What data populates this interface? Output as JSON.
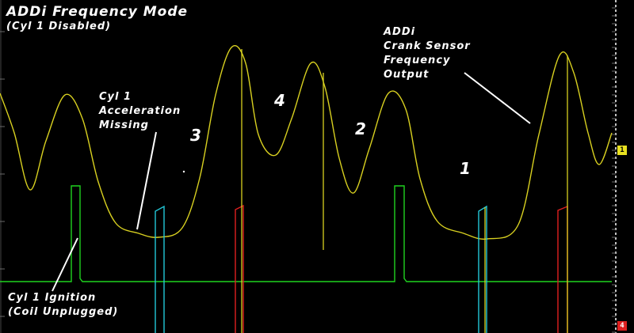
{
  "title": "ADDi Frequency Mode",
  "subtitle": "(Cyl 1 Disabled)",
  "annotations": {
    "addi_output": "ADDi\nCrank Sensor\nFrequency\nOutput",
    "accel_missing": "Cyl 1\nAcceleration\nMissing",
    "ignition": "Cyl 1 Ignition\n(Coil Unplugged)"
  },
  "cylinder_labels": [
    "3",
    "4",
    "2",
    "1"
  ],
  "channel_markers": {
    "yellow": "1",
    "red": "4"
  },
  "colors": {
    "background": "#000000",
    "yellow_trace": "#d8d020",
    "green_trace": "#1fd21f",
    "cyan_trace": "#22c8d8",
    "red_trace": "#e02020",
    "grid": "#6a6a6a"
  }
}
